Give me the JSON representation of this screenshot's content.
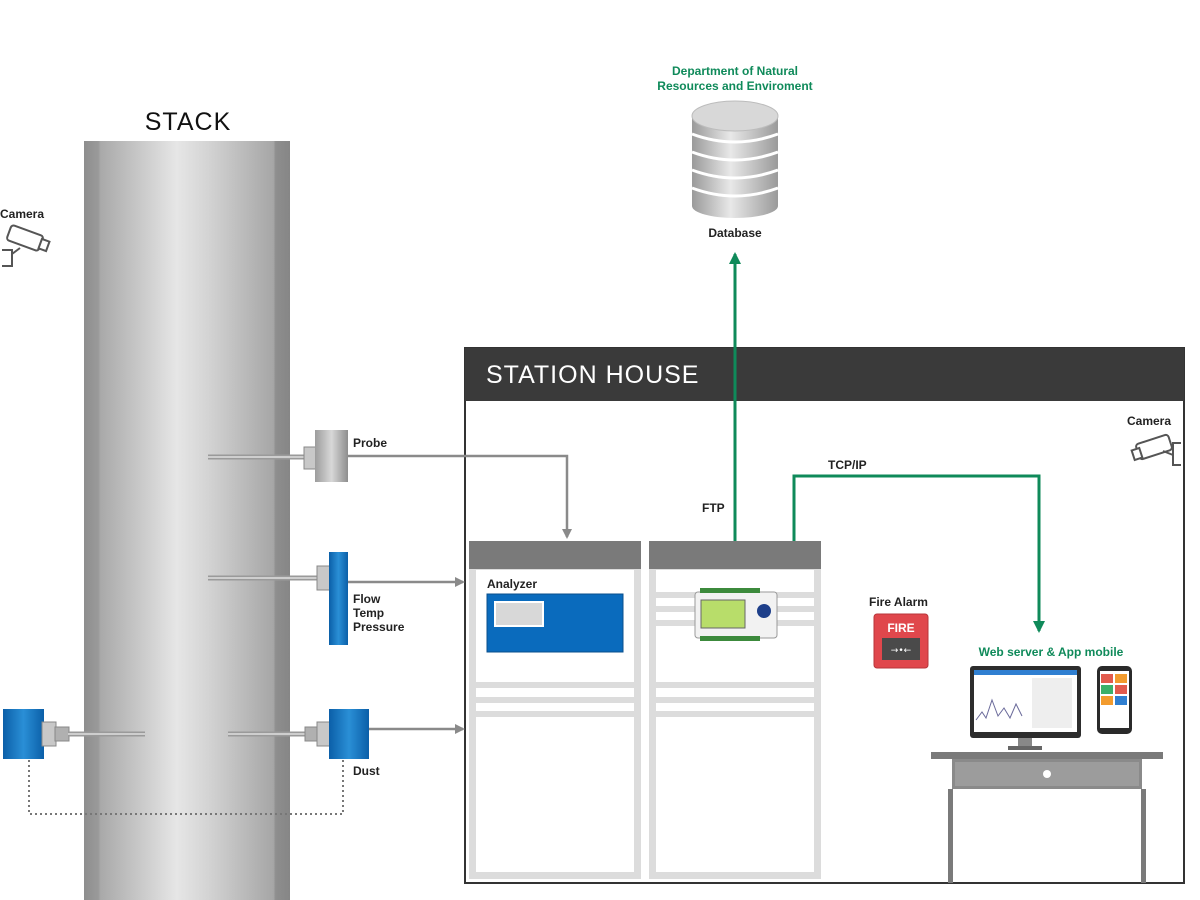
{
  "labels": {
    "stack": "STACK",
    "station_house": "STATION HOUSE",
    "department_line1": "Department of Natural",
    "department_line2": "Resources and Enviroment",
    "database": "Database",
    "camera_left": "Camera",
    "camera_right": "Camera",
    "probe": "Probe",
    "flow": "Flow",
    "temp": "Temp",
    "pressure": "Pressure",
    "dust": "Dust",
    "analyzer": "Analyzer",
    "ftp": "FTP",
    "tcpip": "TCP/IP",
    "fire_alarm": "Fire Alarm",
    "fire_text": "FIRE",
    "fire_symbol": "→•←",
    "web_server": "Web server & App mobile"
  },
  "colors": {
    "green_link": "#0f8a5a",
    "gray_link": "#8a8a8a",
    "analyzer_blue": "#0a6bbd",
    "header_dark": "#3a3a3a",
    "fire_red": "#e0474c"
  },
  "icons": [
    "camera-icon",
    "database-icon",
    "fire-alarm-icon",
    "monitor-icon",
    "phone-icon",
    "probe-icon",
    "flow-sensor-icon",
    "dust-sensor-icon"
  ]
}
